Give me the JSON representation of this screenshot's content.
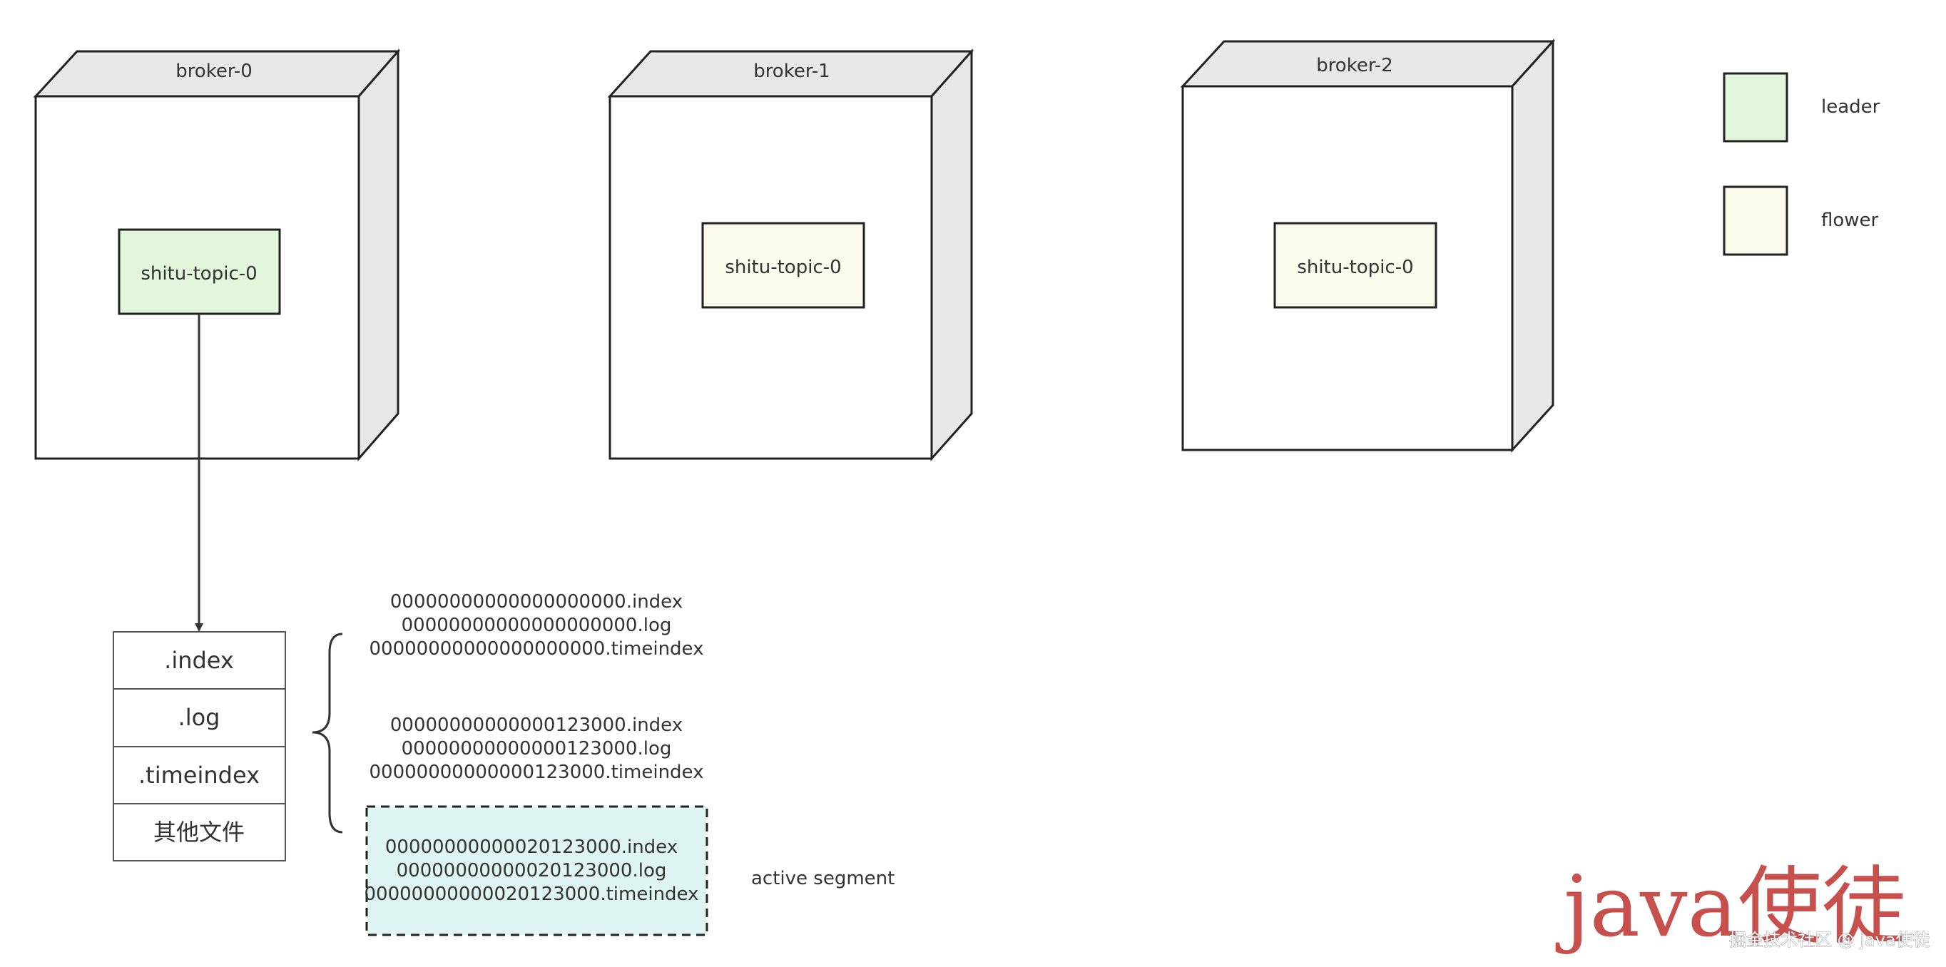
{
  "brokers": [
    {
      "name": "broker-0",
      "partition": "shitu-topic-0",
      "role": "leader"
    },
    {
      "name": "broker-1",
      "partition": "shitu-topic-0",
      "role": "flower"
    },
    {
      "name": "broker-2",
      "partition": "shitu-topic-0",
      "role": "flower"
    }
  ],
  "legend": {
    "leader": "leader",
    "flower": "flower"
  },
  "file_types": [
    ".index",
    ".log",
    ".timeindex",
    "其他文件"
  ],
  "segments": [
    {
      "lines": [
        "00000000000000000000.index",
        "00000000000000000000.log",
        "00000000000000000000.timeindex"
      ]
    },
    {
      "lines": [
        "00000000000000123000.index",
        "00000000000000123000.log",
        "00000000000000123000.timeindex"
      ]
    }
  ],
  "active_segment": {
    "lines": [
      "00000000000020123000.index",
      "00000000000020123000.log",
      "00000000000020123000.timeindex"
    ],
    "label": "active segment"
  },
  "watermark": {
    "main": "java使徒",
    "small": "掘金技术社区 @ java使徒"
  },
  "colors": {
    "leader_fill": "#e2f6db",
    "flower_fill": "#fbfbec",
    "active_fill": "#dff5f3",
    "box_side": "#e8e8e8",
    "stroke": "#222222",
    "watermark": "#c8504c"
  }
}
